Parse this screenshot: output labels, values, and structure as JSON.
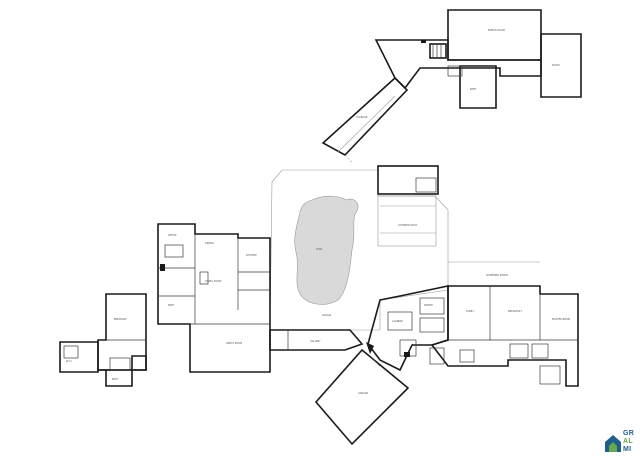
{
  "floorplan": {
    "rooms": [
      {
        "key": "upper-center",
        "label": ""
      },
      {
        "key": "upper-garage",
        "label": ""
      },
      {
        "key": "main-hall",
        "label": ""
      },
      {
        "key": "living",
        "label": ""
      },
      {
        "key": "garage",
        "label": ""
      },
      {
        "key": "family",
        "label": ""
      },
      {
        "key": "west-wing",
        "label": ""
      }
    ]
  },
  "watermark": {
    "lines": [
      "GR",
      "AL",
      "MI"
    ],
    "colors": {
      "primary": "#1f5f8b",
      "secondary": "#6aa84f"
    },
    "icon": "house-logo-icon"
  },
  "colors": {
    "wall": "#1a1a1a",
    "pool": "#d9d9d9",
    "background": "#ffffff"
  }
}
